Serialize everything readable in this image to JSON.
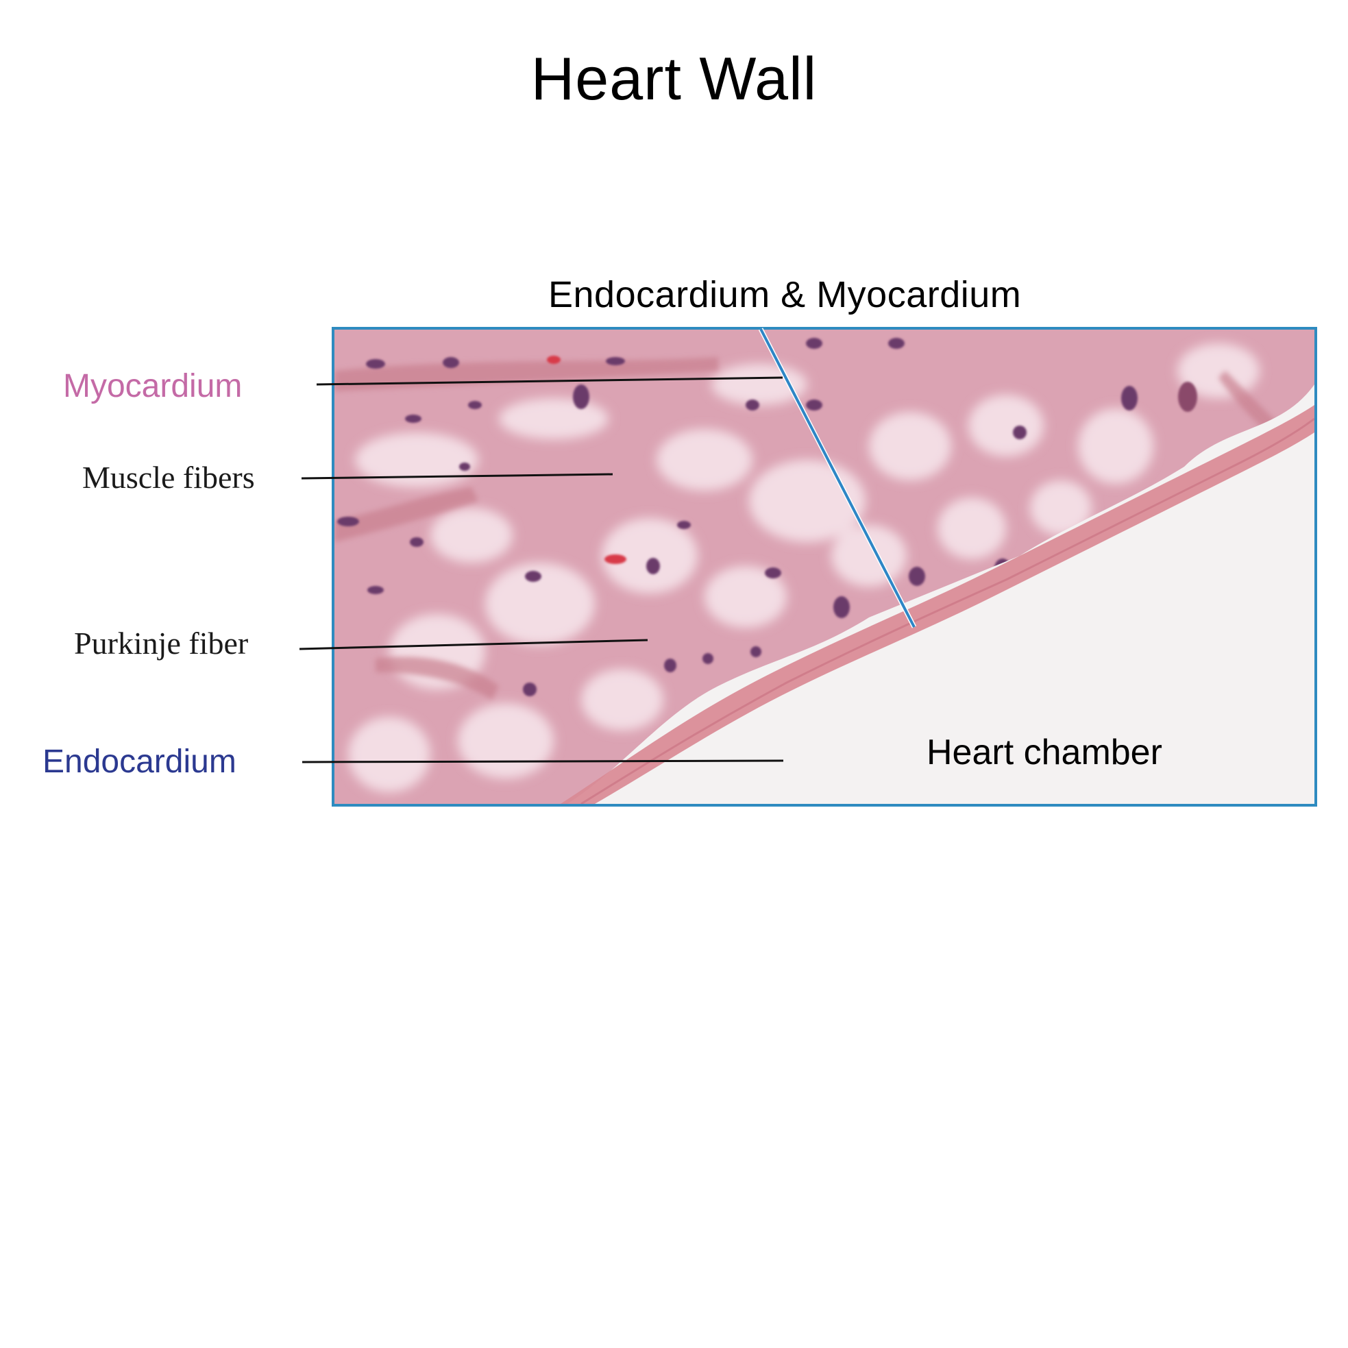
{
  "title": "Heart Wall",
  "section_title": "Endocardium & Myocardium",
  "labels": {
    "myocardium": {
      "text": "Myocardium",
      "color": "#c46aa6"
    },
    "muscle_fibers": {
      "text": "Muscle fibers",
      "color": "#1a1a1a"
    },
    "purkinje_fiber": {
      "text": "Purkinje fiber",
      "color": "#1a1a1a"
    },
    "endocardium": {
      "text": "Endocardium",
      "color": "#2b3990"
    },
    "heart_chamber": {
      "text": "Heart chamber",
      "color": "#000000"
    }
  },
  "colors": {
    "frame_border": "#2e8bc0",
    "divider_line": "#2e86c6",
    "leader_line": "#111111",
    "tissue_base": "#dba3b3",
    "tissue_light": "#f0d8e0",
    "nuclei": "#6a3a6a",
    "endocardium_band": "#d98a95",
    "chamber_bg": "#f4f2f2"
  }
}
